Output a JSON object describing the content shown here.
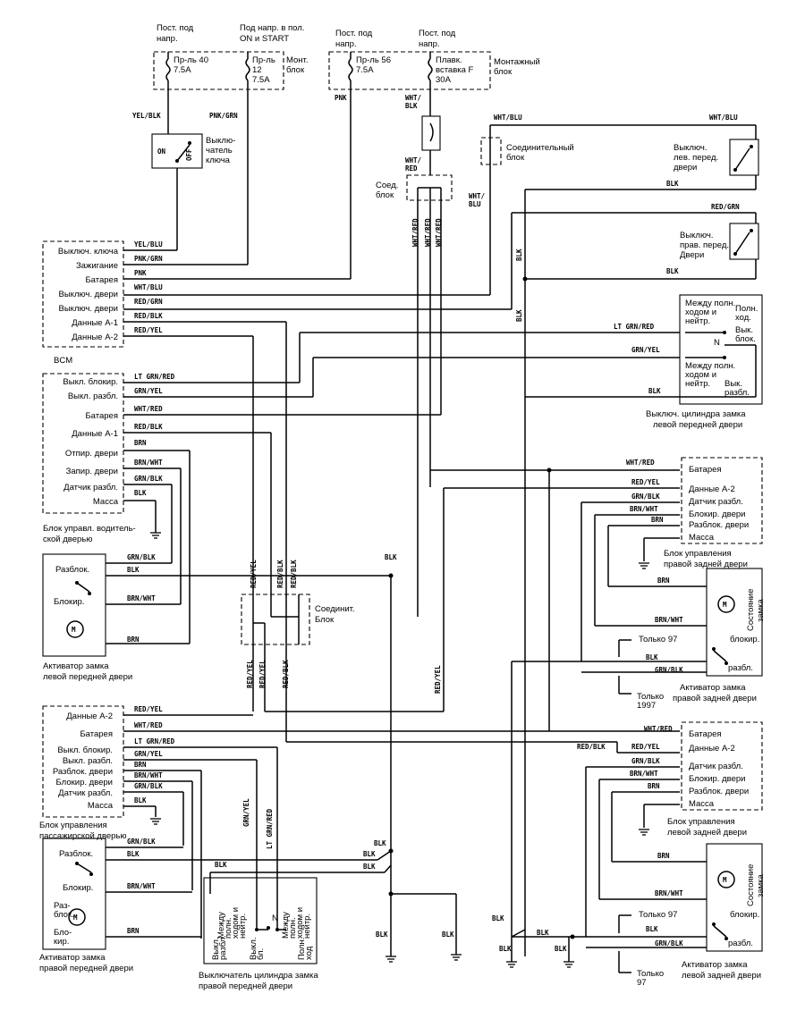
{
  "top": {
    "const1": [
      "Пост. под",
      "напр."
    ],
    "ign": [
      "Под напр. в пол.",
      "ON и START"
    ],
    "const2": [
      "Пост. под",
      "напр."
    ],
    "const3": [
      "Пост. под",
      "напр."
    ],
    "f40": [
      "Пр-ль 40",
      "7.5A"
    ],
    "f12": [
      "Пр-ль",
      "12",
      "7.5A"
    ],
    "mont1": [
      "Монт.",
      "блок"
    ],
    "f56": [
      "Пр-ль 56",
      "7.5A"
    ],
    "fuseF": [
      "Плавк.",
      "вставка F",
      "30A"
    ],
    "mont2": [
      "Монтажный",
      "блок"
    ]
  },
  "wires": {
    "yel_blk": "YEL/BLK",
    "pnk_grn": "PNK/GRN",
    "pnk": "PNK",
    "wht_blk": [
      "WHT/",
      "BLK"
    ],
    "wht_red": [
      "WHT/",
      "RED"
    ],
    "wht_blu": "WHT/BLU",
    "wht_blu2": [
      "WHT/",
      "BLU"
    ],
    "blk": "BLK",
    "red_grn": "RED/GRN",
    "yel_blu": "YEL/BLU",
    "red_blk": "RED/BLK",
    "red_yel": "RED/YEL",
    "lt_grn_red": "LT GRN/RED",
    "grn_yel": "GRN/YEL",
    "brn": "BRN",
    "brn_wht": "BRN/WHT",
    "grn_blk": "GRN/BLK"
  },
  "ign_switch": {
    "label": [
      "Выклю-",
      "чатель",
      "ключа"
    ],
    "on": "ON",
    "off": "OFF"
  },
  "conn_block": [
    "Соединительный",
    "блок"
  ],
  "joint_block": [
    "Соед.",
    "блок"
  ],
  "sw_lf_door": [
    "Выключ.",
    "лев. перед.",
    "двери"
  ],
  "sw_rf_door": [
    "Выключ.",
    "прав. перед.",
    "Двери"
  ],
  "bcm": {
    "title": "BCM",
    "rows": [
      "Выключ. ключа",
      "Зажигание",
      "Батарея",
      "Выключ. двери",
      "Выключ. двери",
      "Данные A-1",
      "Данные A-2"
    ]
  },
  "drv": {
    "rows": [
      "Выкл. блокир.",
      "Выкл. разбл.",
      "Батарея",
      "Данные A-1",
      "Отпир. двери",
      "Запир. двери",
      "Датчик разбл.",
      "Масса"
    ],
    "title": [
      "Блок управл. водитель-",
      "ской дверью"
    ]
  },
  "lf_cyl": {
    "top": [
      "Между полн.",
      "ходом и",
      "нейтр."
    ],
    "full": [
      "Полн.",
      "ход."
    ],
    "lock": [
      "Вык.",
      "блок."
    ],
    "bottom": [
      "Между полн.",
      "ходом и",
      "нейтр."
    ],
    "unlock": [
      "Вык.",
      "разбл."
    ],
    "n": "N",
    "title": [
      "Выключ. цилиндра замка",
      "левой передней двери"
    ]
  },
  "rr": {
    "rows": [
      "Батарея",
      "Данные A-2",
      "Датчик разбл.",
      "Блокир. двери",
      "Разблок. двери",
      "Масса"
    ],
    "title": [
      "Блок управления",
      "правой задней двери"
    ]
  },
  "lf_act": {
    "unlock": "Разблок.",
    "lock": "Блокир.",
    "title": [
      "Активатор замка",
      "левой передней двери"
    ]
  },
  "joint2": [
    "Соединит.",
    "Блок"
  ],
  "rr_act": {
    "status": [
      "Состояние",
      "замка"
    ],
    "lock": "блокир.",
    "unlock": "разбл.",
    "only97": "Только 97",
    "only1997": [
      "Только",
      "1997"
    ],
    "title": [
      "Активатор замка",
      "правой задней двери"
    ]
  },
  "pass": {
    "rows": [
      "Данные A-2",
      "Батарея",
      "Выкл. блокир.",
      "Выкл. разбл.",
      "Разблок. двери",
      "Блокир. двери",
      "Датчик разбл.",
      "Масса"
    ],
    "title": [
      "Блок управления",
      "пассажирской дверью"
    ]
  },
  "lr": {
    "rows": [
      "Батарея",
      "Данные A-2",
      "Датчик разбл.",
      "Блокир. двери",
      "Разблок. двери",
      "Масса"
    ],
    "title": [
      "Блок управления",
      "левой задней двери"
    ]
  },
  "rf_act": {
    "unlock": "Разблок.",
    "lock": "Блокир.",
    "unlock2": [
      "Раз-",
      "блок."
    ],
    "lock2": [
      "Бло-",
      "кир."
    ],
    "title": [
      "Активатор замка",
      "правой передней двери"
    ]
  },
  "rf_cyl": {
    "a": [
      "Между",
      "полн.",
      "ходом и",
      "нейтр."
    ],
    "b": [
      "Выкл.",
      "разбл."
    ],
    "c": [
      "Выкл.",
      "бл."
    ],
    "d": [
      "Между",
      "полн.",
      "ходом и",
      "нейтр."
    ],
    "e": [
      "Полн.",
      "ход"
    ],
    "n": "N",
    "title": [
      "Выключатель цилиндра замка",
      "правой передней двери"
    ]
  },
  "lr_act": {
    "status": [
      "Состояние",
      "замка"
    ],
    "lock": "блокир.",
    "unlock": "разбл.",
    "only97": "Только 97",
    "only97b": [
      "Только",
      "97"
    ],
    "title": [
      "Активатор замка",
      "левой задней двери"
    ]
  }
}
